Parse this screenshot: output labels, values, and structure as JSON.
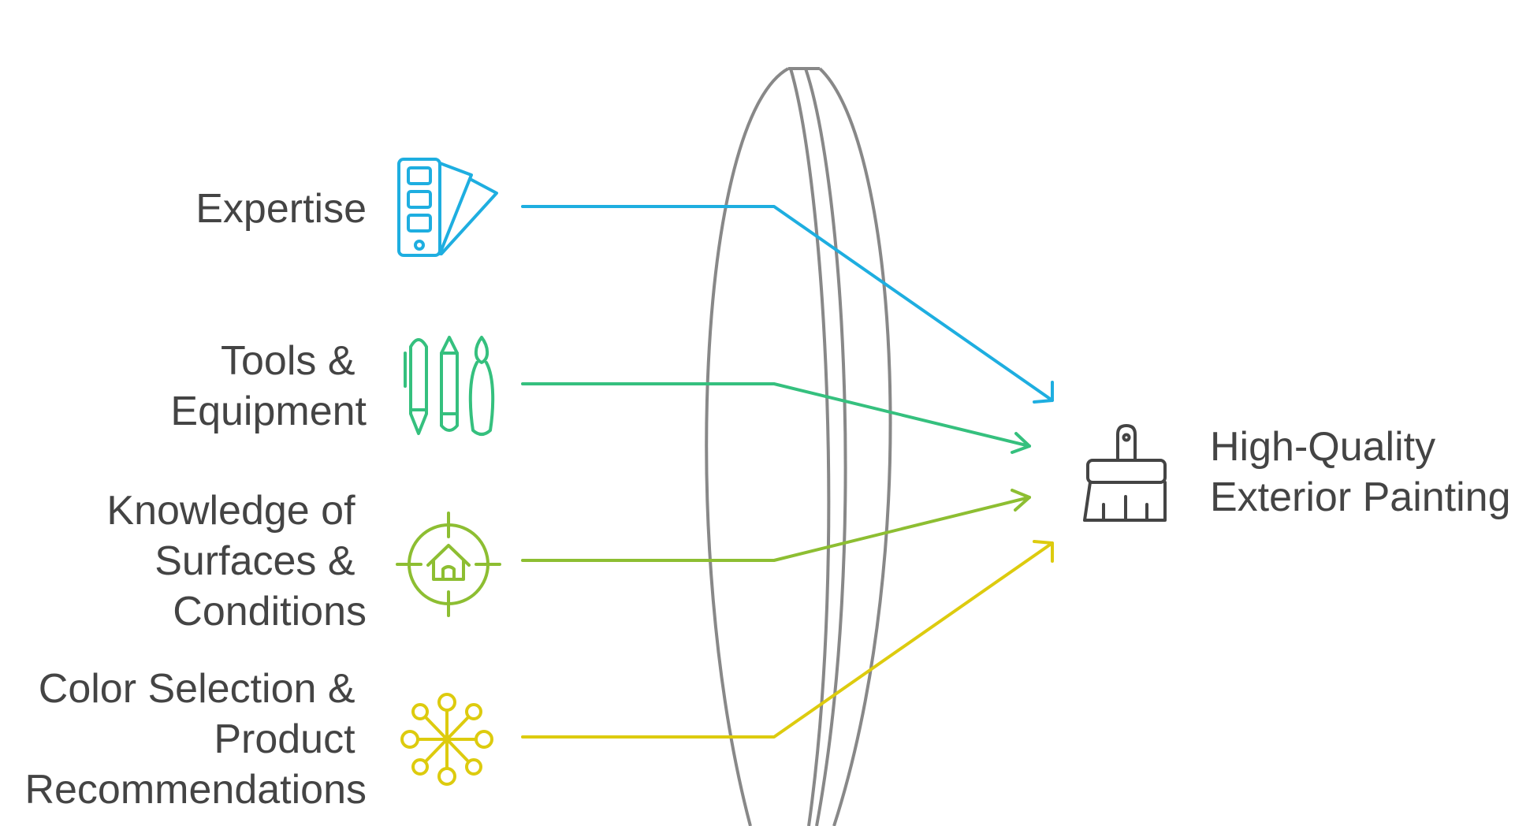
{
  "inputs": [
    {
      "lines": [
        "Expertise"
      ],
      "icon": "color-swatch-icon",
      "color": "#1EAEE0"
    },
    {
      "lines": [
        "Tools &",
        "Equipment"
      ],
      "icon": "pens-and-brush-icon",
      "color": "#35C07E"
    },
    {
      "lines": [
        "Knowledge of",
        "Surfaces &",
        "Conditions"
      ],
      "icon": "house-target-icon",
      "color": "#8DBE32"
    },
    {
      "lines": [
        "Color Selection &",
        "Product",
        "Recommendations"
      ],
      "icon": "network-icon",
      "color": "#DDCB0E"
    }
  ],
  "output": {
    "lines": [
      "High-Quality",
      "Exterior Painting"
    ],
    "icon": "paint-brush-icon",
    "color": "#444444"
  },
  "lens": {
    "color": "#888888"
  }
}
